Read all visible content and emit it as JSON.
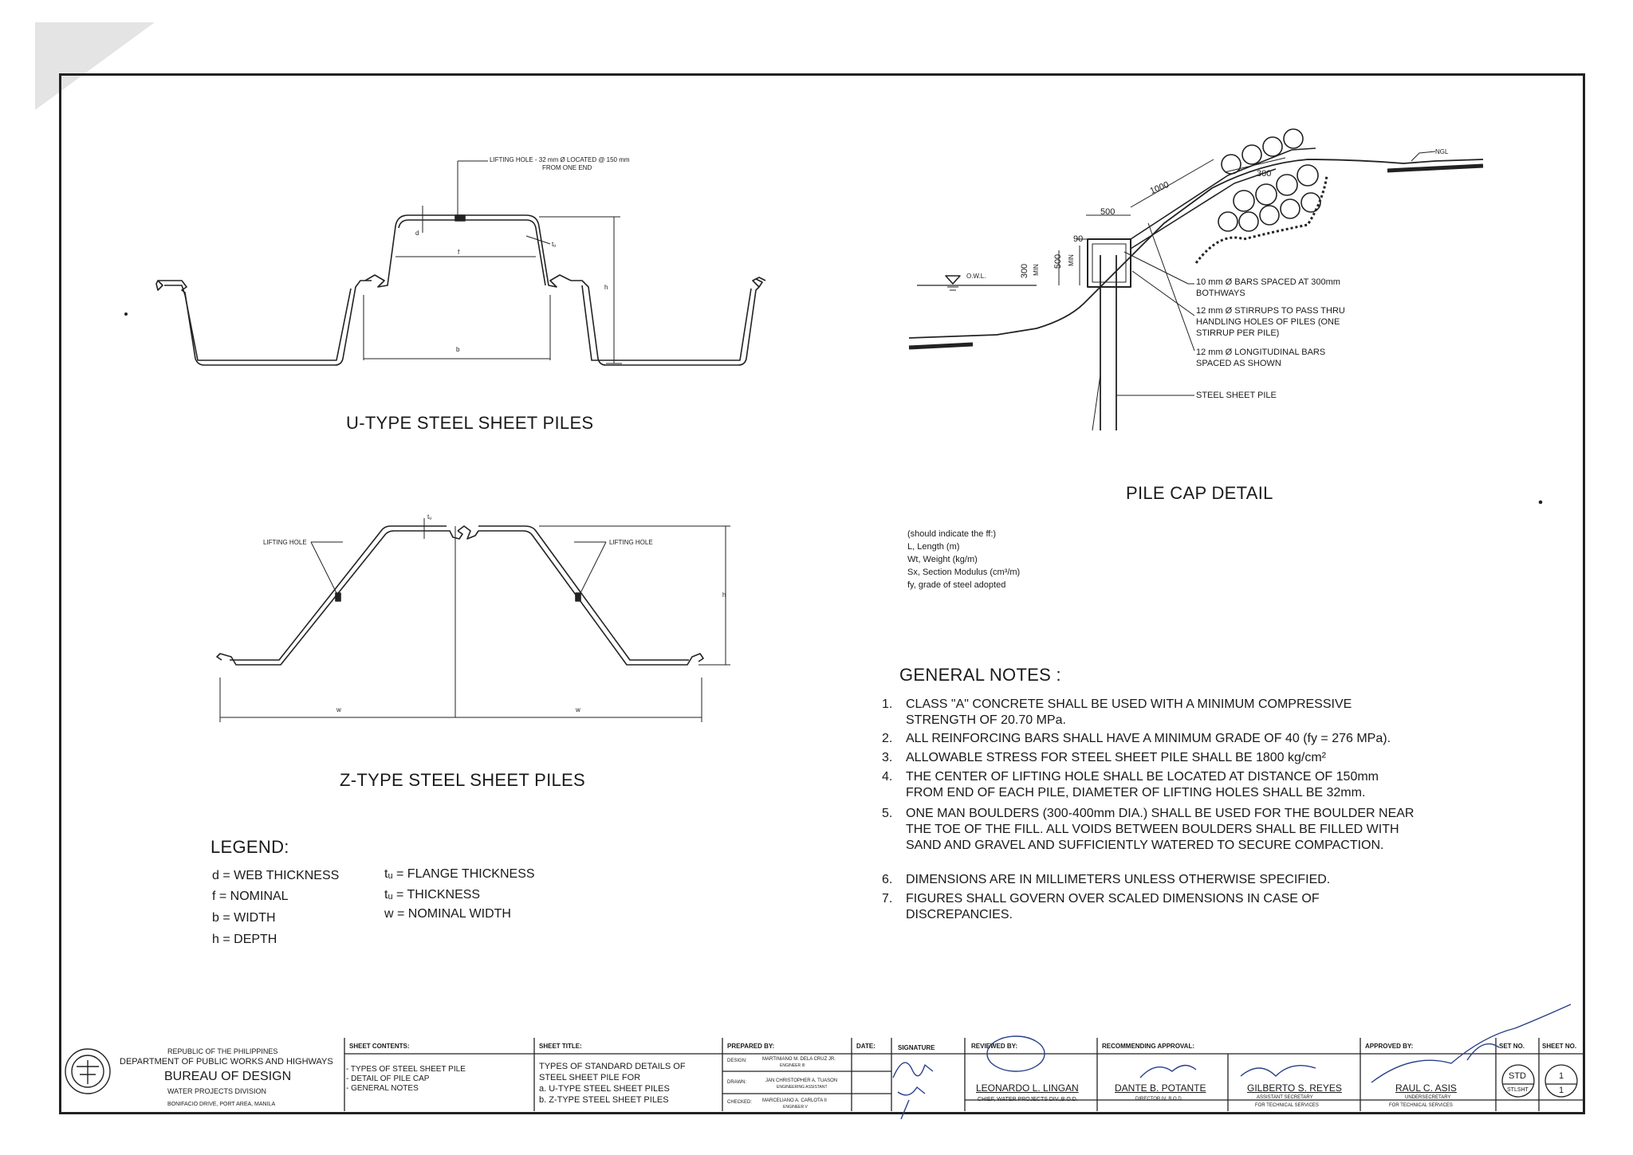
{
  "u_type": {
    "title": "U-TYPE STEEL SHEET PILES",
    "lifting_hole_note_1": "LIFTING HOLE - 32 mm Ø LOCATED @ 150 mm",
    "lifting_hole_note_2": "FROM ONE END",
    "label_d": "d",
    "label_f": "f",
    "label_tu": "tᵤ",
    "label_h": "h",
    "label_b": "b"
  },
  "z_type": {
    "title": "Z-TYPE STEEL SHEET PILES",
    "lifting_hole_left": "LIFTING HOLE",
    "lifting_hole_right": "LIFTING HOLE",
    "label_tz": "tᵤ",
    "label_h": "h",
    "label_w_left": "w",
    "label_w_right": "w"
  },
  "pile_cap": {
    "title": "PILE CAP DETAIL",
    "ngl": "NGL",
    "owl": "O.W.L.",
    "dim_300_top": "300",
    "dim_1000": "1000",
    "dim_500": "500",
    "dim_90": "90",
    "dim_300_min": "300",
    "dim_min_a": "MIN",
    "dim_500_min": "500",
    "dim_min_b": "MIN",
    "callout_1a": "10 mm Ø  BARS SPACED AT 300mm",
    "callout_1b": "BOTHWAYS",
    "callout_2a": "12 mm Ø  STIRRUPS TO PASS THRU",
    "callout_2b": "HANDLING HOLES OF PILES (ONE",
    "callout_2c": "STIRRUP PER PILE)",
    "callout_3a": "12 mm Ø  LONGITUDINAL BARS",
    "callout_3b": "SPACED AS SHOWN",
    "callout_4": "STEEL SHEET PILE"
  },
  "indicate": {
    "heading": "(should indicate the ff:)",
    "items": [
      "L, Length (m)",
      "Wt, Weight (kg/m)",
      "Sx, Section Modulus (cm³/m)",
      "fy, grade of steel adopted"
    ]
  },
  "general_notes": {
    "heading": "GENERAL     NOTES  :",
    "items": [
      {
        "num": "1.",
        "text": "CLASS \"A\" CONCRETE SHALL BE USED WITH A MINIMUM COMPRESSIVE STRENGTH OF 20.70 MPa."
      },
      {
        "num": "2.",
        "text": "ALL REINFORCING BARS SHALL HAVE A MINIMUM GRADE OF 40 (fy = 276 MPa)."
      },
      {
        "num": "3.",
        "text": "ALLOWABLE STRESS FOR STEEL SHEET PILE SHALL BE 1800 kg/cm²"
      },
      {
        "num": "4.",
        "text": "THE CENTER OF LIFTING HOLE SHALL BE LOCATED AT DISTANCE OF 150mm FROM END OF EACH PILE, DIAMETER OF LIFTING HOLES SHALL BE 32mm."
      },
      {
        "num": "5.",
        "text": "ONE MAN BOULDERS (300-400mm DIA.) SHALL BE USED FOR THE BOULDER NEAR THE TOE OF THE FILL. ALL VOIDS BETWEEN BOULDERS SHALL BE FILLED WITH SAND AND GRAVEL AND SUFFICIENTLY WATERED TO SECURE COMPACTION."
      },
      {
        "num": "6.",
        "text": "DIMENSIONS ARE IN MILLIMETERS UNLESS OTHERWISE SPECIFIED."
      },
      {
        "num": "7.",
        "text": "FIGURES SHALL GOVERN OVER SCALED DIMENSIONS IN CASE OF DISCREPANCIES."
      }
    ]
  },
  "legend": {
    "heading": "LEGEND:",
    "col1": [
      "d = WEB THICKNESS",
      "f = NOMINAL",
      "b = WIDTH",
      "h = DEPTH"
    ],
    "col2": [
      "tᵤ = FLANGE THICKNESS",
      "tᵤ = THICKNESS",
      "w = NOMINAL WIDTH"
    ]
  },
  "title_block": {
    "agency_1": "REPUBLIC OF THE PHILIPPINES",
    "agency_2": "DEPARTMENT OF PUBLIC WORKS AND HIGHWAYS",
    "agency_3": "BUREAU OF DESIGN",
    "agency_4": "WATER PROJECTS DIVISION",
    "agency_5": "BONIFACIO DRIVE, PORT AREA, MANILA",
    "contents_header": "SHEET CONTENTS:",
    "contents": [
      "- TYPES OF STEEL SHEET PILE",
      "- DETAIL OF PILE CAP",
      "- GENERAL NOTES"
    ],
    "title_header": "SHEET TITLE:",
    "title_lines": [
      "TYPES OF STANDARD DETAILS OF",
      "STEEL SHEET PILE FOR",
      "a. U-TYPE STEEL SHEET PILES",
      "b. Z-TYPE STEEL SHEET PILES"
    ],
    "prepared_header": "PREPARED BY:",
    "prepared_rows": [
      {
        "role": "DESIGN:",
        "name": "MARTINIANO M. DELA CRUZ JR.",
        "title": "ENGINEER III"
      },
      {
        "role": "DRAWN:",
        "name": "JAN CHRISTOPHER A. TUASON",
        "title": "ENGINEERING ASSISTANT"
      },
      {
        "role": "CHECKED:",
        "name": "MARCELIANO A. CARLOTA II",
        "title": "ENGINEER V"
      }
    ],
    "date_header": "DATE:",
    "signature_header": "SIGNATURE",
    "reviewed_header": "REVIEWED BY:",
    "reviewed_name": "LEONARDO L. LINGAN",
    "reviewed_title": "CHIEF, WATER PROJECTS DIV.,B.O.D.",
    "recommending_header": "RECOMMENDING APPROVAL:",
    "rec1_name": "DANTE B. POTANTE",
    "rec1_title": "DIRECTOR IV, B.O.D.",
    "rec2_name": "GILBERTO S. REYES",
    "rec2_title_1": "ASSISTANT SECRETARY",
    "rec2_title_2": "FOR TECHNICAL SERVICES",
    "approved_header": "APPROVED BY:",
    "approved_name": "RAUL C. ASIS",
    "approved_title_1": "UNDERSECRETARY",
    "approved_title_2": "FOR TECHNICAL SERVICES",
    "set_header": "SET NO.",
    "set_value_1": "STD",
    "set_value_2": "STLSHT",
    "sheet_header": "SHEET NO.",
    "sheet_value_1": "1",
    "sheet_value_2": "1"
  }
}
